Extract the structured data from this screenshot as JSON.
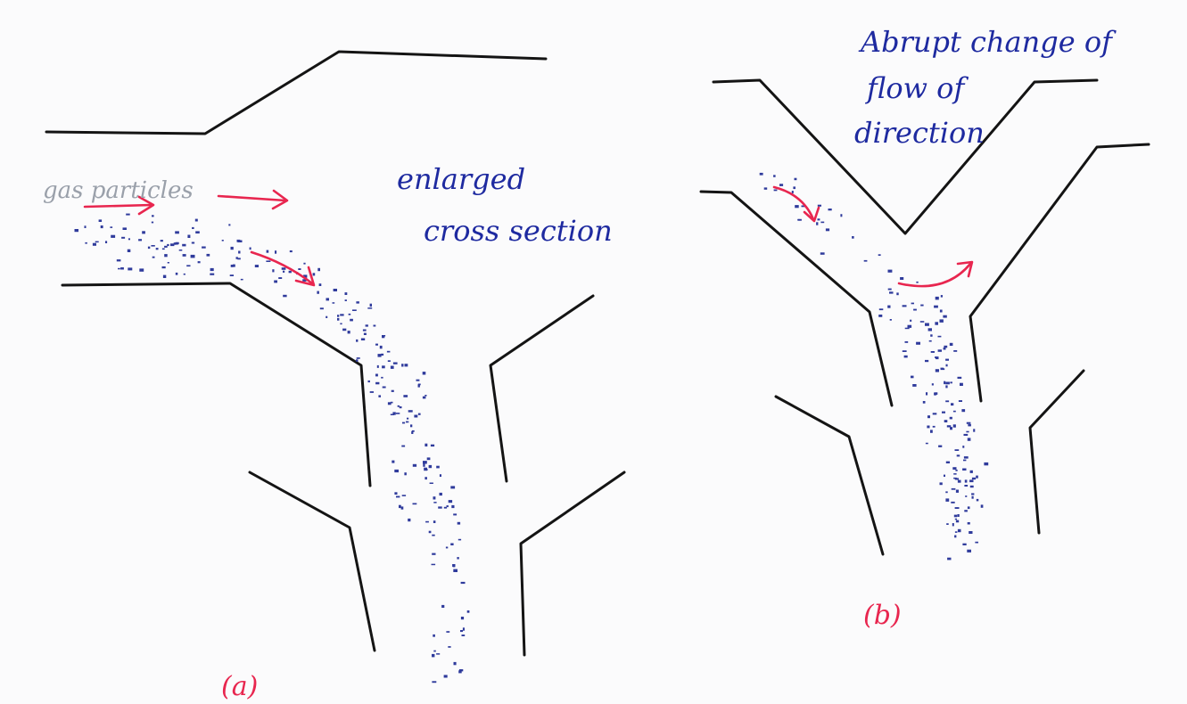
{
  "diagram_a": {
    "caption": "(a)",
    "label_particles": "gas particles",
    "label_annotation_line1": "enlarged",
    "label_annotation_line2": "cross section"
  },
  "diagram_b": {
    "caption": "(b)",
    "label_annotation_line1": "Abrupt change of",
    "label_annotation_line2": "flow of",
    "label_annotation_line3": "direction"
  },
  "colors": {
    "wall_ink": "#141414",
    "particle_ink": "#2f3b9c",
    "label_ink": "#1e2aa0",
    "arrow_ink": "#e8264f",
    "pencil_ink": "#9aa0aa"
  }
}
